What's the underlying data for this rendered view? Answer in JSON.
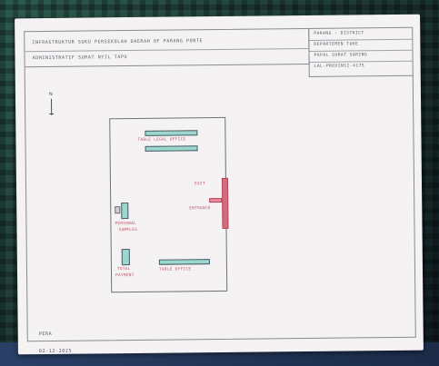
{
  "title_block": {
    "line1": "INFRASTRUKTUR SUKU PERSEKOLAH DAERAH OF PARANG PONTE",
    "line2": "ADMINISTRATIF SURAT NYIL TAPU"
  },
  "info_box": {
    "line1": "PARANG - DISTRICT",
    "line2": "DEPARTEMEN TAKE",
    "line3": "PAPAL SURAT SARING",
    "line4": "LAL-PROVINSI-4175"
  },
  "north_label": "N",
  "plan": {
    "top_table_label": "TABLE LEGAL OFFICE",
    "exit_label": "EXIT",
    "entrance_label": "ENTRANCE",
    "left_table_label_1": "PERSONAL",
    "left_table_label_2": "SAMPLES",
    "bottom_left_label_1": "TOTAL",
    "bottom_left_label_2": "PAYMENT",
    "bottom_table_label": "TABLE OFFICE"
  },
  "footer": {
    "signature": "PERA",
    "date": "02-12-2025"
  },
  "colors": {
    "table_fill": "#9ad7cd",
    "label_red": "#c4566a",
    "door_fill": "#d66a7e",
    "paper": "#f4f2f3"
  }
}
